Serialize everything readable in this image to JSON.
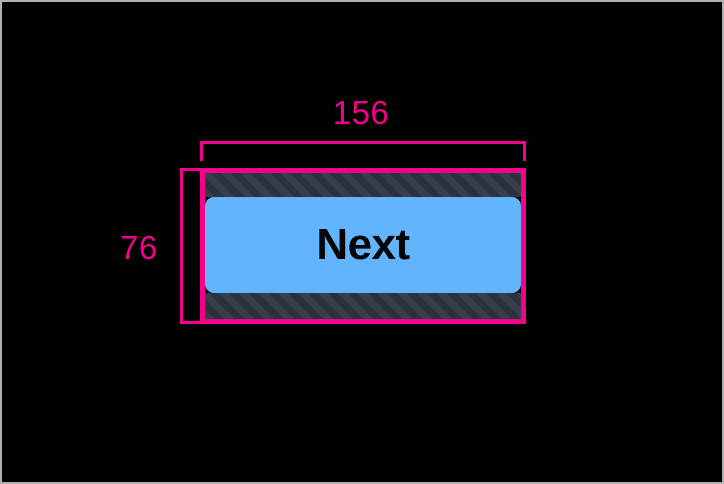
{
  "overlay": {
    "tool": "element-measurement-overlay",
    "accent_color": "#F5008C",
    "background_color": "#010101",
    "frame_border_color": "#b0b0b0"
  },
  "measurements": {
    "width": {
      "value": "156",
      "axis": "horizontal",
      "bracket_name": "width-bracket"
    },
    "height": {
      "value": "76",
      "axis": "vertical",
      "bracket_name": "height-bracket"
    }
  },
  "element": {
    "type": "button",
    "label": "Next",
    "fill_color": "#62B4FC",
    "text_color": "#050505",
    "corner_radius": "9px",
    "bounds_outline_color": "#F5008C",
    "padding_fill": {
      "style": "diagonal-hatch",
      "base_color": "#373e49",
      "stripe_color": "#2c323c"
    }
  }
}
